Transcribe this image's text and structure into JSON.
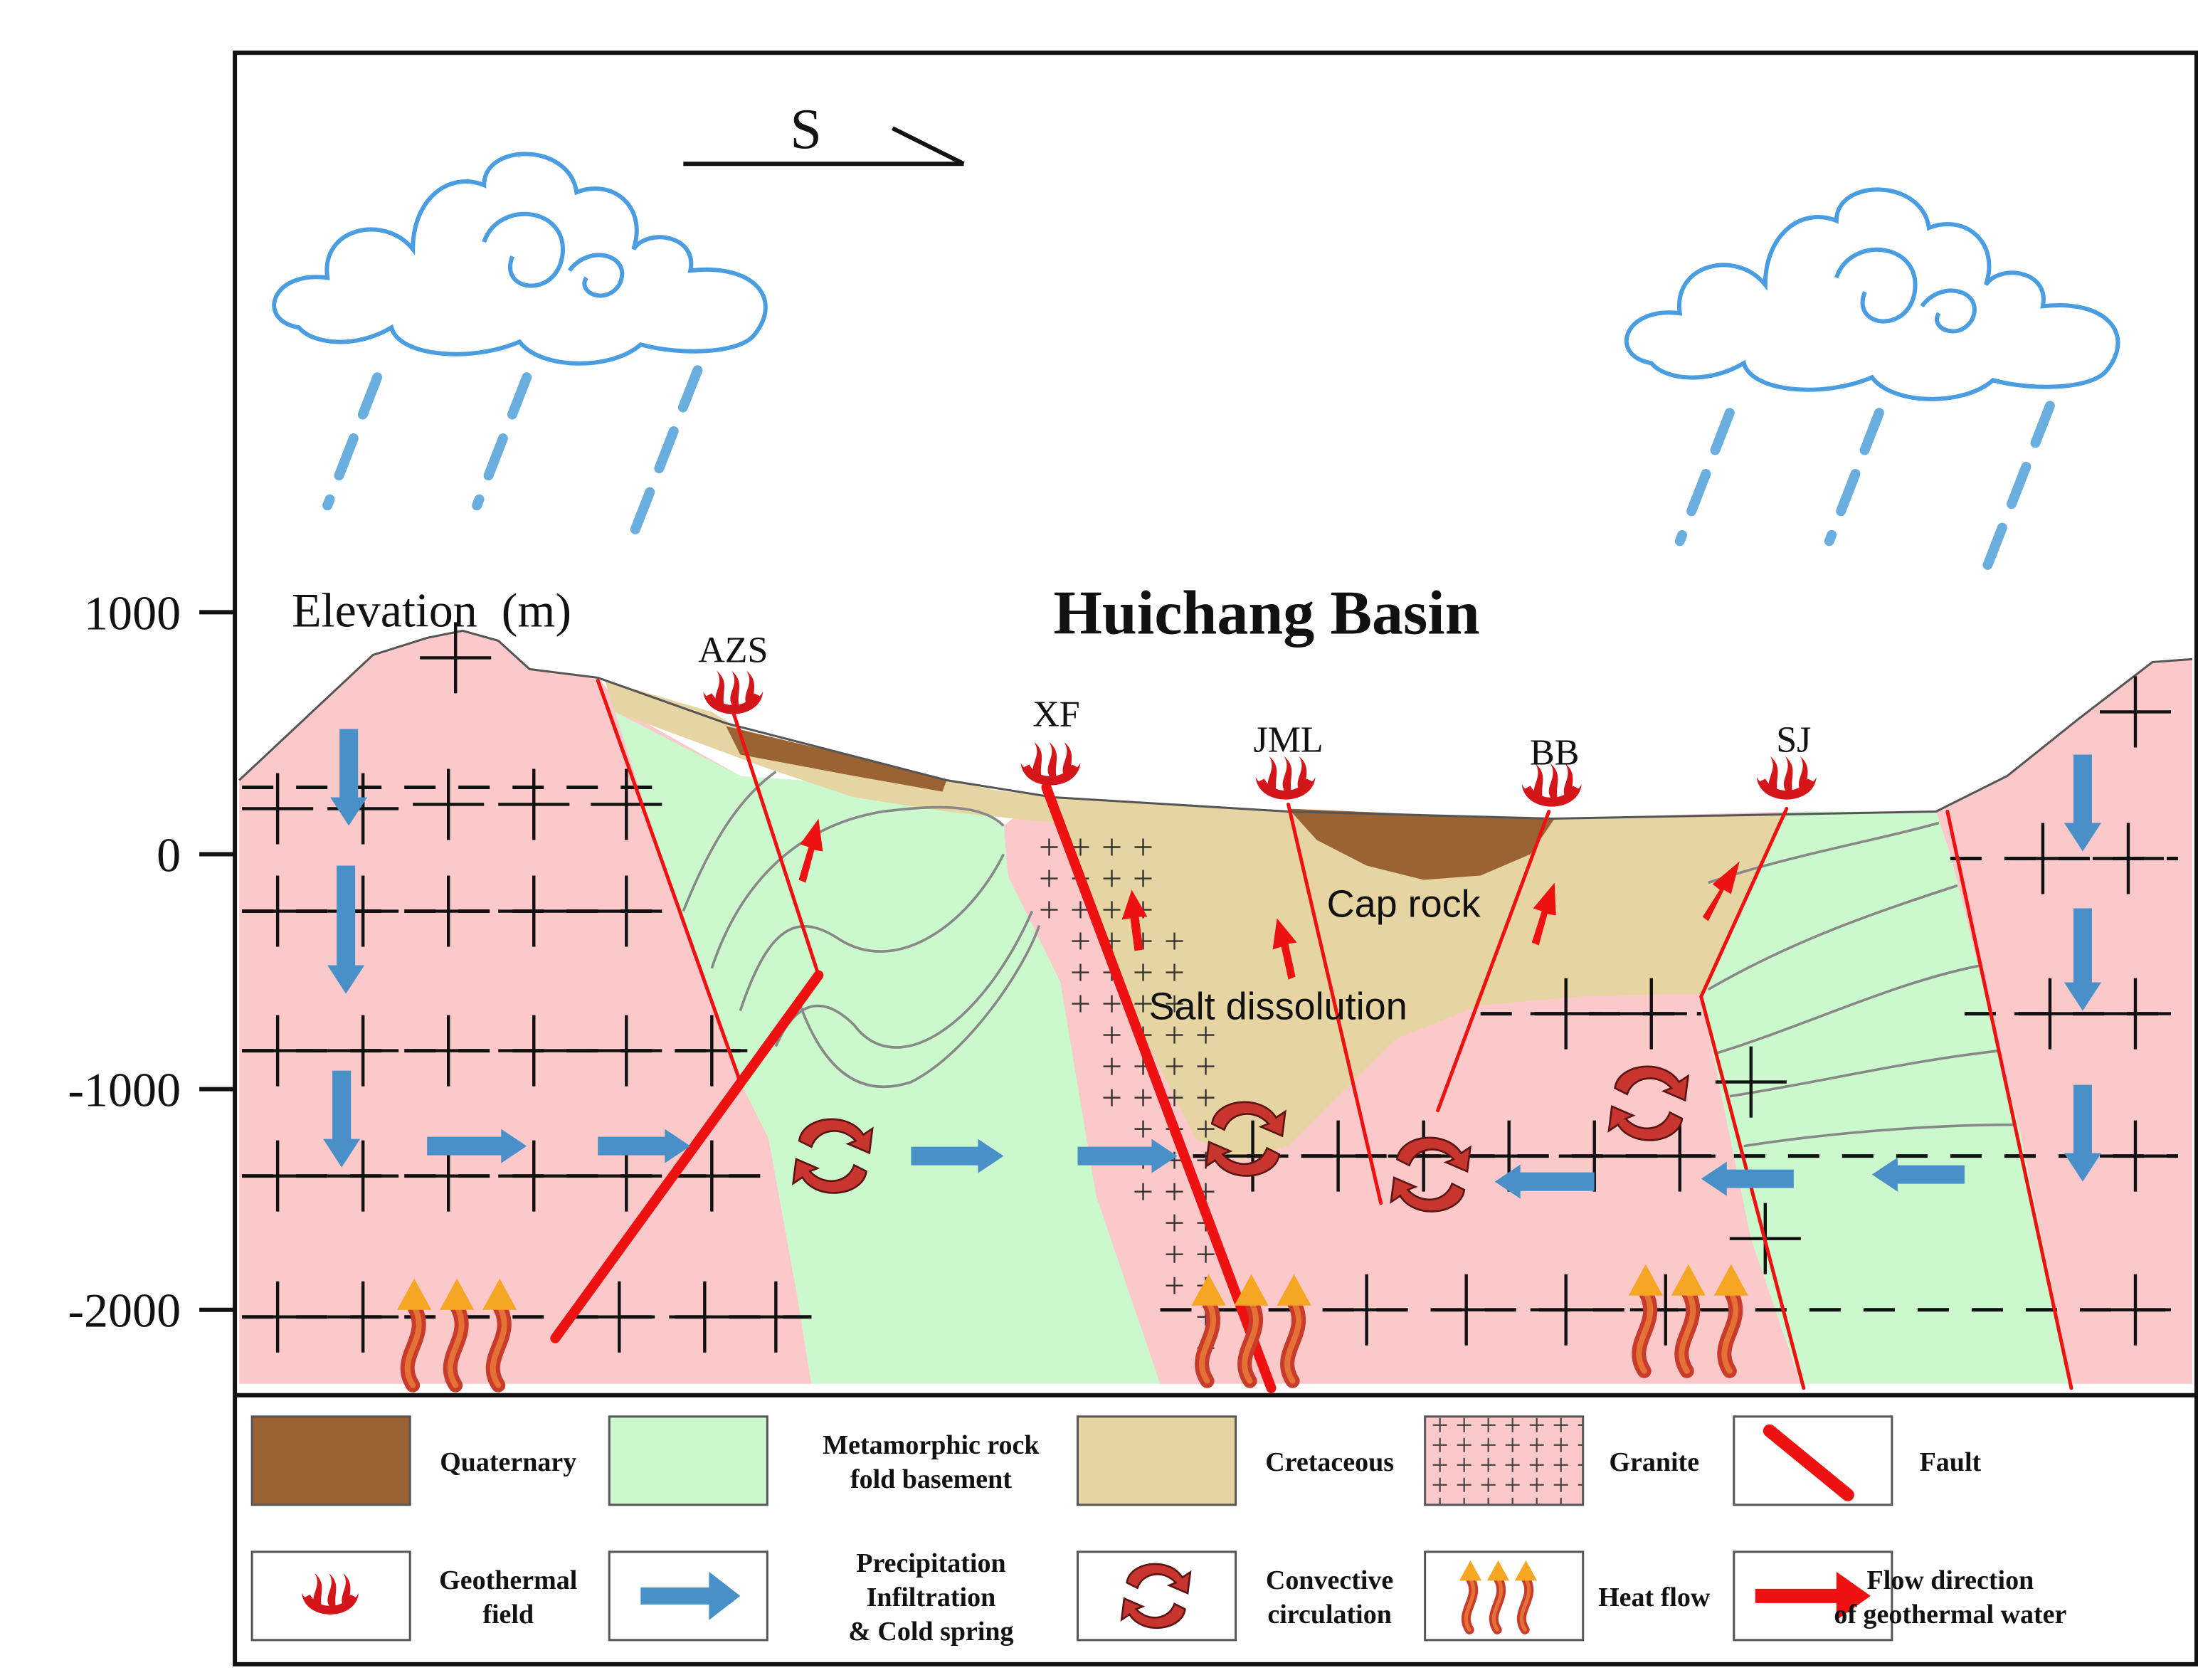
{
  "header": {
    "direction_letter": "S"
  },
  "basin_title": "Huichang Basin",
  "axis": {
    "label": "Elevation  (m)",
    "ticks": [
      "1000",
      "0",
      "-1000",
      "-2000"
    ]
  },
  "sites": [
    "AZS",
    "XF",
    "JML",
    "BB",
    "SJ"
  ],
  "annotations": {
    "cap_rock": "Cap rock",
    "salt_dissolution": "Salt dissolution"
  },
  "legend": {
    "row1": [
      {
        "icon": "quaternary-swatch",
        "label": [
          "Quaternary"
        ]
      },
      {
        "icon": "metamorphic-swatch",
        "label": [
          "Metamorphic rock",
          "fold basement"
        ]
      },
      {
        "icon": "cretaceous-swatch",
        "label": [
          "Cretaceous"
        ]
      },
      {
        "icon": "granite-swatch",
        "label": [
          "Granite"
        ]
      },
      {
        "icon": "fault-icon",
        "label": [
          "Fault"
        ]
      }
    ],
    "row2": [
      {
        "icon": "geothermal-field-icon",
        "label": [
          "Geothermal",
          "field"
        ]
      },
      {
        "icon": "blue-arrow-icon",
        "label": [
          "Precipitation",
          "Infiltration",
          "& Cold spring"
        ]
      },
      {
        "icon": "convective-circulation-icon",
        "label": [
          "Convective",
          "circulation"
        ]
      },
      {
        "icon": "heat-flow-icon",
        "label": [
          "Heat flow"
        ]
      },
      {
        "icon": "red-arrow-icon",
        "label": [
          "Flow direction",
          "of geothermal water"
        ]
      }
    ]
  },
  "colors": {
    "granite": "#fbc9c9",
    "metamorphic": "#cbf8cc",
    "cretaceous": "#e6d5a3",
    "quaternary": "#9b6334",
    "fault": "#ee1111",
    "water_blue": "#4a90c8",
    "cloud": "#4a9de0",
    "convection": "#c8352e"
  }
}
